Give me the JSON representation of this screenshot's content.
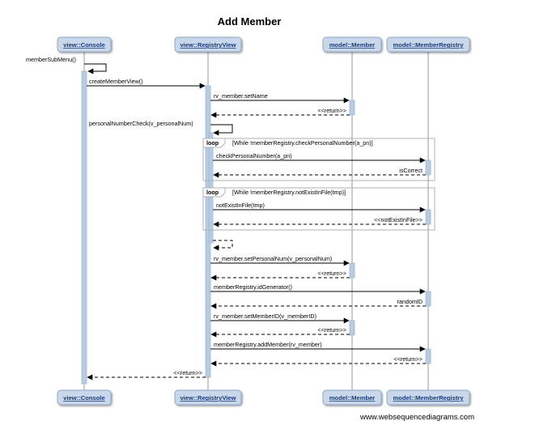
{
  "title": "Add Member",
  "credit": "www.websequencediagrams.com",
  "colors": {
    "participant_fill": "#c8d8ea",
    "participant_stroke": "#8ea8c6",
    "activation_fill": "#b7cce3",
    "frame_stroke": "#b0b0b0"
  },
  "participants": [
    {
      "id": "console",
      "label": "view::Console"
    },
    {
      "id": "registryview",
      "label": "view::RegistryView"
    },
    {
      "id": "member",
      "label": "model::Member"
    },
    {
      "id": "memberregistry",
      "label": "model::MemberRegistry"
    }
  ],
  "frames": [
    {
      "tag": "loop",
      "condition": "[While !memberRegistry.checkPersonalNumber(a_pn)]"
    },
    {
      "tag": "loop",
      "condition": "[While !memberRegistry.notExistInFile(tmp)]"
    }
  ],
  "messages": [
    {
      "id": "m1",
      "label": "memberSubMenu()",
      "from": "console",
      "to": "console",
      "kind": "self"
    },
    {
      "id": "m2",
      "label": "createMemberView()",
      "from": "console",
      "to": "registryview",
      "kind": "call"
    },
    {
      "id": "m3",
      "label": "rv_member.setName",
      "from": "registryview",
      "to": "member",
      "kind": "call"
    },
    {
      "id": "m4",
      "label": "<<return>>",
      "from": "member",
      "to": "registryview",
      "kind": "return"
    },
    {
      "id": "m5",
      "label": "personalNumberCheck(v_personalNum)",
      "from": "registryview",
      "to": "registryview",
      "kind": "self"
    },
    {
      "id": "m6",
      "label": "checkPersonalNumber(a_pn)",
      "from": "registryview",
      "to": "memberregistry",
      "kind": "call"
    },
    {
      "id": "m7",
      "label": "isCorrect",
      "from": "memberregistry",
      "to": "registryview",
      "kind": "return"
    },
    {
      "id": "m8",
      "label": "notExistInFile(tmp)",
      "from": "registryview",
      "to": "memberregistry",
      "kind": "call"
    },
    {
      "id": "m9",
      "label": "<<notExistInFile>>",
      "from": "memberregistry",
      "to": "registryview",
      "kind": "return"
    },
    {
      "id": "m10",
      "label": "",
      "from": "registryview",
      "to": "registryview",
      "kind": "self-return"
    },
    {
      "id": "m11",
      "label": "rv_member.setPersonalNum(v_personalNum)",
      "from": "registryview",
      "to": "member",
      "kind": "call"
    },
    {
      "id": "m12",
      "label": "<<return>>",
      "from": "member",
      "to": "registryview",
      "kind": "return"
    },
    {
      "id": "m13",
      "label": "memberRegistry.idGenerator()",
      "from": "registryview",
      "to": "memberregistry",
      "kind": "call"
    },
    {
      "id": "m14",
      "label": "randomID",
      "from": "memberregistry",
      "to": "registryview",
      "kind": "return"
    },
    {
      "id": "m15",
      "label": "rv_member.setMemberID(v_memberID)",
      "from": "registryview",
      "to": "member",
      "kind": "call"
    },
    {
      "id": "m16",
      "label": "<<return>>",
      "from": "member",
      "to": "registryview",
      "kind": "return"
    },
    {
      "id": "m17",
      "label": "memberRegistry.addMember(rv_member)",
      "from": "registryview",
      "to": "memberregistry",
      "kind": "call"
    },
    {
      "id": "m18",
      "label": "<<return>>",
      "from": "memberregistry",
      "to": "registryview",
      "kind": "return"
    },
    {
      "id": "m19",
      "label": "<<return>>",
      "from": "registryview",
      "to": "console",
      "kind": "return"
    }
  ]
}
